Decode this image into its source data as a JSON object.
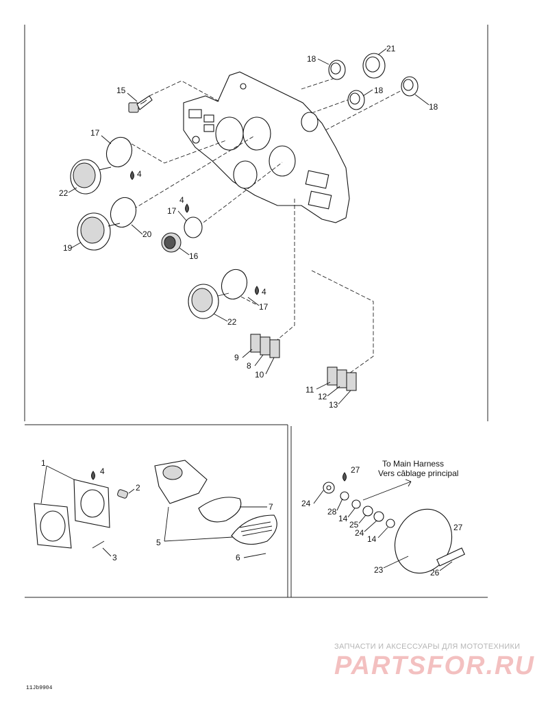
{
  "callouts": {
    "c1": "1",
    "c2": "2",
    "c3": "3",
    "c4a": "4",
    "c4b": "4",
    "c4c": "4",
    "c4d": "4",
    "c5": "5",
    "c6": "6",
    "c7": "7",
    "c8": "8",
    "c9": "9",
    "c10": "10",
    "c11": "11",
    "c12": "12",
    "c13": "13",
    "c14a": "14",
    "c14b": "14",
    "c15": "15",
    "c16": "16",
    "c17a": "17",
    "c17b": "17",
    "c17c": "17",
    "c18a": "18",
    "c18b": "18",
    "c18c": "18",
    "c19": "19",
    "c20": "20",
    "c21": "21",
    "c22a": "22",
    "c22b": "22",
    "c23": "23",
    "c24a": "24",
    "c24b": "24",
    "c25": "25",
    "c26": "26",
    "c27a": "27",
    "c27b": "27",
    "c28": "28"
  },
  "harness_note": {
    "line1": "To Main Harness",
    "line2": "Vers câblage principal"
  },
  "reference_code": "11Jb9904",
  "watermark": {
    "tagline": "ЗАПЧАСТИ И АКСЕССУАРЫ ДЛЯ МОТОТЕХНИКИ",
    "logo_text": "PARTSFOR.RU"
  }
}
